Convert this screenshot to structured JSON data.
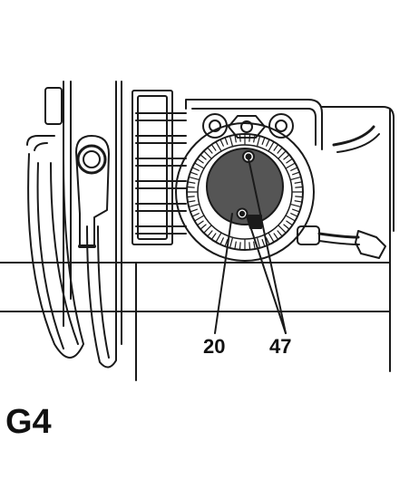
{
  "figure": {
    "id_label": "G4",
    "callouts": [
      {
        "key": "20",
        "text": "20"
      },
      {
        "key": "47",
        "text": "47"
      }
    ]
  },
  "colors": {
    "line": "#1a1a1a",
    "dark_disc": "#555555",
    "background": "#ffffff"
  }
}
